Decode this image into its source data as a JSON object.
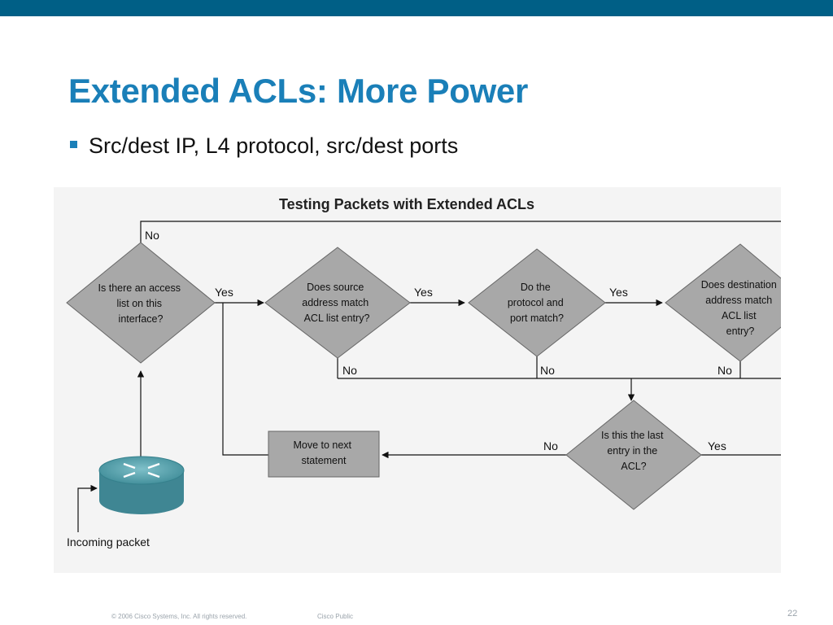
{
  "slide": {
    "title": "Extended ACLs: More Power",
    "bullet": "Src/dest IP, L4 protocol, src/dest ports"
  },
  "diagram": {
    "title": "Testing Packets with Extended ACLs",
    "decisions": {
      "access_list": [
        "Is there an access",
        "list on this",
        "interface?"
      ],
      "source_match": [
        "Does source",
        "address match",
        "ACL list entry?"
      ],
      "protocol_port": [
        "Do the",
        "protocol and",
        "port match?"
      ],
      "dest_match": [
        "Does destination",
        "address match",
        "ACL list",
        "entry?"
      ],
      "last_entry": [
        "Is this the last",
        "entry in the",
        "ACL?"
      ]
    },
    "process": {
      "next_statement": [
        "Move to next",
        "statement"
      ]
    },
    "labels": {
      "yes": "Yes",
      "no": "No",
      "incoming_packet": "Incoming packet"
    }
  },
  "footer": {
    "copyright": "© 2006 Cisco Systems, Inc. All rights reserved.",
    "classification": "Cisco Public",
    "page": "22"
  },
  "colors": {
    "accent": "#1a7fb8",
    "top_bar": "#005f86",
    "diamond_fill": "#a8a8a8",
    "router": "#4e9aa6"
  }
}
